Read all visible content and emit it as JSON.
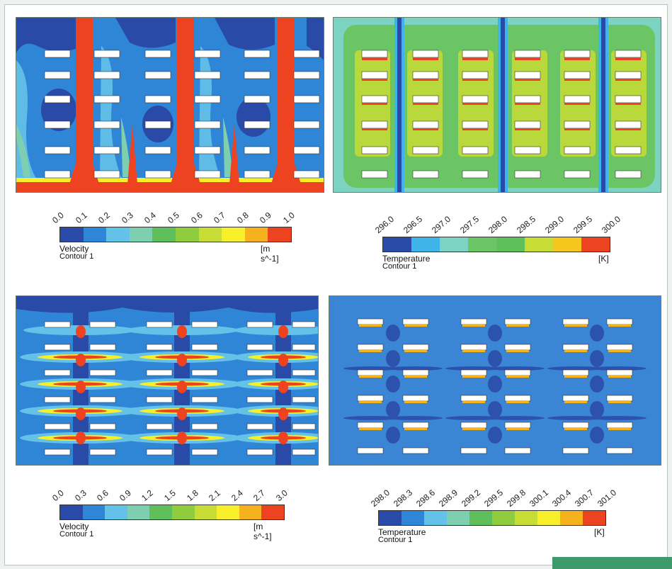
{
  "legends": [
    {
      "id": "velocity-1",
      "ticks": [
        "0.0",
        "0.1",
        "0.2",
        "0.3",
        "0.4",
        "0.5",
        "0.6",
        "0.7",
        "0.8",
        "0.9",
        "1.0"
      ],
      "colors": [
        "#2a4aa8",
        "#2f86d6",
        "#64c2e8",
        "#7ecfb0",
        "#5fbf5a",
        "#8fcc3e",
        "#c7dc34",
        "#f6ef2a",
        "#f6b21d",
        "#ee4320"
      ],
      "title": "Velocity",
      "subtitle": "Contour 1",
      "unit": "[m s^-1]"
    },
    {
      "id": "temperature-1",
      "ticks": [
        "296.0",
        "296.5",
        "297.0",
        "297.5",
        "298.0",
        "298.5",
        "299.0",
        "299.5",
        "300.0"
      ],
      "colors": [
        "#2a4aa8",
        "#3fb4e8",
        "#7dd3c1",
        "#6cc565",
        "#5fbf5a",
        "#c7dc34",
        "#f6c61e",
        "#ee4320"
      ],
      "title": "Temperature",
      "subtitle": "Contour 1",
      "unit": "[K]"
    },
    {
      "id": "velocity-2",
      "ticks": [
        "0.0",
        "0.3",
        "0.6",
        "0.9",
        "1.2",
        "1.5",
        "1.8",
        "2.1",
        "2.4",
        "2.7",
        "3.0"
      ],
      "colors": [
        "#2a4aa8",
        "#2f86d6",
        "#64c2e8",
        "#7ecfb0",
        "#5fbf5a",
        "#8fcc3e",
        "#c7dc34",
        "#f6ef2a",
        "#f6b21d",
        "#ee4320"
      ],
      "title": "Velocity",
      "subtitle": "Contour 1",
      "unit": "[m s^-1]"
    },
    {
      "id": "temperature-2",
      "ticks": [
        "298.0",
        "298.3",
        "298.6",
        "298.9",
        "299.2",
        "299.5",
        "299.8",
        "300.1",
        "300.4",
        "300.7",
        "301.0"
      ],
      "colors": [
        "#2a4aa8",
        "#2f86d6",
        "#64c2e8",
        "#7ecfb0",
        "#5fbf5a",
        "#8fcc3e",
        "#c7dc34",
        "#f6ef2a",
        "#f6b21d",
        "#ee4320"
      ],
      "title": "Temperature",
      "subtitle": "Contour 1",
      "unit": "[K]"
    }
  ],
  "palette": {
    "dark_blue": "#2a4aa8",
    "mid_blue": "#2f86d6",
    "light_blue": "#64c2e8",
    "green": "#6cc565",
    "yellow": "#f6ef2a",
    "orange": "#f6b21d",
    "red": "#ee4320",
    "server_white": "#ffffff"
  }
}
